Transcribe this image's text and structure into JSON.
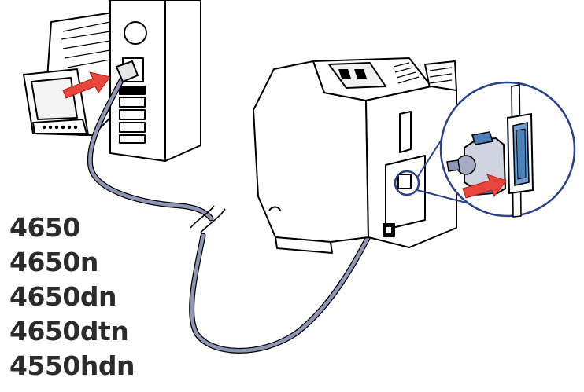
{
  "models": [
    "4650",
    "4650n",
    "4650dn",
    "4650dtn",
    "4550hdn"
  ],
  "icons": {
    "monitor": "monitor-icon",
    "computer_tower": "computer-tower-icon",
    "printer": "printer-icon",
    "parallel_cable": "parallel-cable-icon",
    "arrow": "arrow-icon",
    "magnifier_callout": "magnifier-callout-icon"
  },
  "colors": {
    "arrow": "#e8453c",
    "cable": "#8e96b5",
    "connector": "#4b80b9",
    "port": "#6f9fd4",
    "outline": "#000000",
    "callout": "#27408f",
    "text": "#2b2b2b"
  }
}
